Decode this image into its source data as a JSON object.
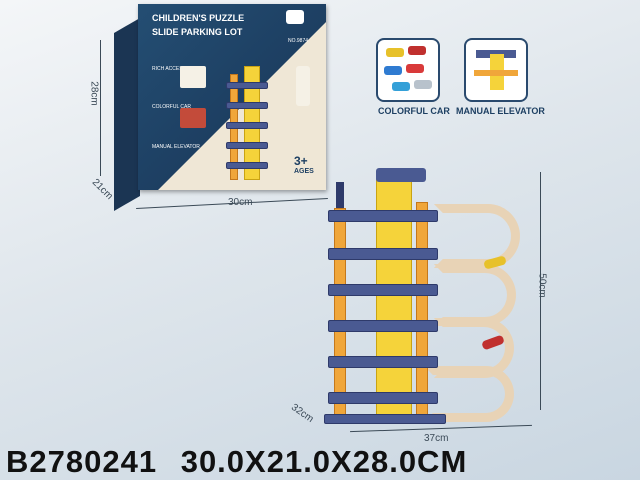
{
  "box": {
    "title_line1": "CHILDREN'S PUZZLE",
    "title_line2": "SLIDE PARKING LOT",
    "item_no": "NO.9874",
    "label_accessories": "RICH ACCESSORIES",
    "label_colorful": "COLORFUL CAR",
    "label_elevator": "MANUAL ELEVATOR",
    "age": "3+",
    "age_word": "AGES"
  },
  "dimensions": {
    "box_height": "28cm",
    "box_depth": "21cm",
    "box_width": "30cm",
    "toy_height": "50cm",
    "toy_depth": "32cm",
    "toy_width": "37cm"
  },
  "features": [
    {
      "label": "COLORFUL CAR"
    },
    {
      "label": "MANUAL ELEVATOR"
    }
  ],
  "footer": {
    "code": "B2780241",
    "size": "30.0X21.0X28.0CM"
  },
  "colors": {
    "box_blue": "#1d3f62",
    "floor_blue": "#4a5a92",
    "pillar_orange": "#f0a63a",
    "core_yellow": "#f5d33a",
    "ramp_beige": "#e8d3b6"
  }
}
